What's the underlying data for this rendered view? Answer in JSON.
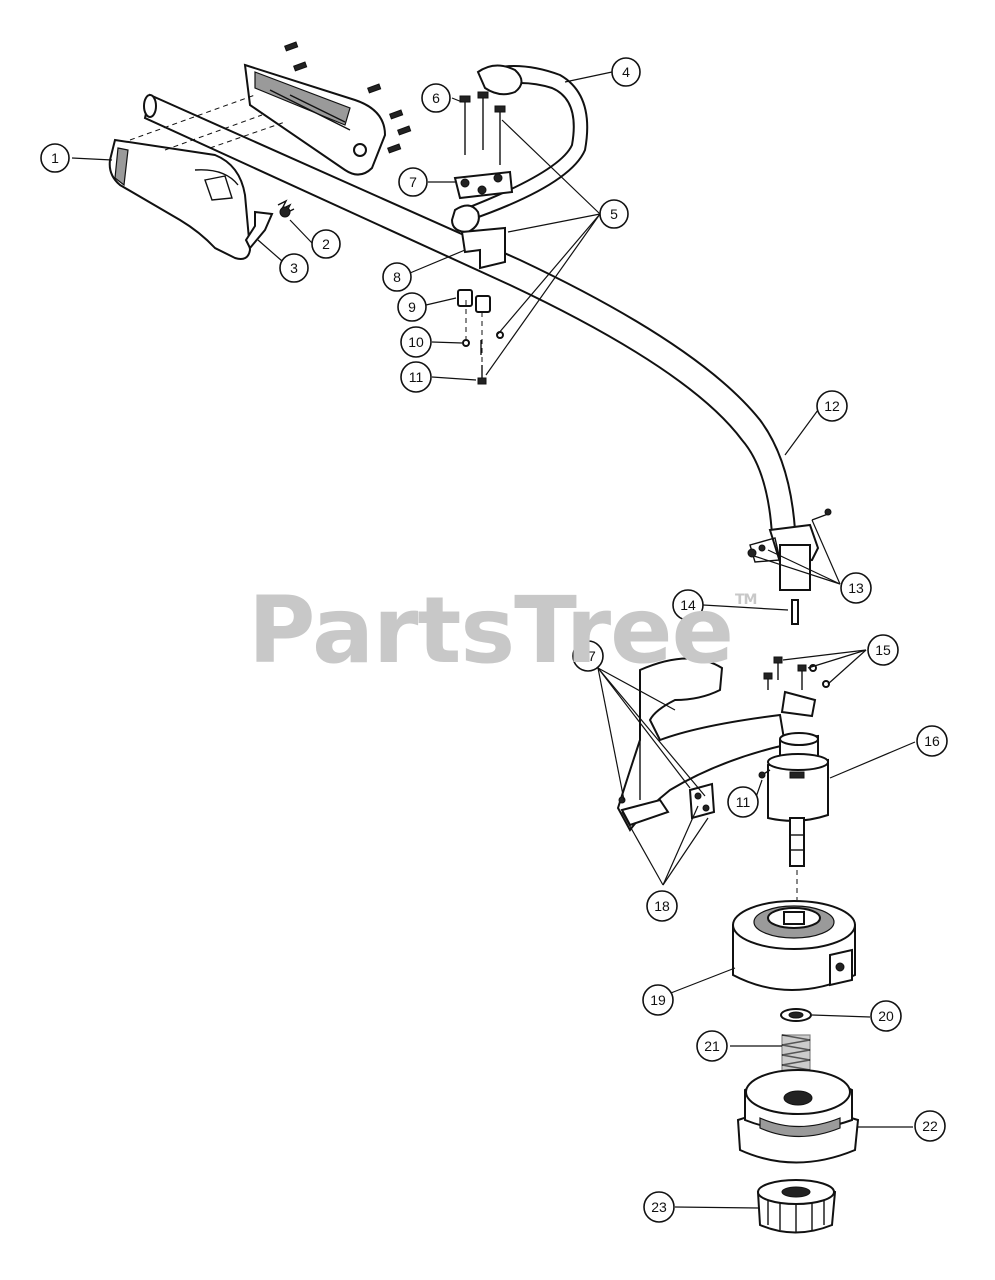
{
  "watermark": {
    "text": "PartsTree",
    "mark": "TM"
  },
  "callouts": [
    "1",
    "2",
    "3",
    "4",
    "5",
    "6",
    "7",
    "8",
    "9",
    "10",
    "11",
    "11",
    "12",
    "13",
    "14",
    "15",
    "16",
    "17",
    "18",
    "19",
    "20",
    "21",
    "22",
    "23"
  ]
}
